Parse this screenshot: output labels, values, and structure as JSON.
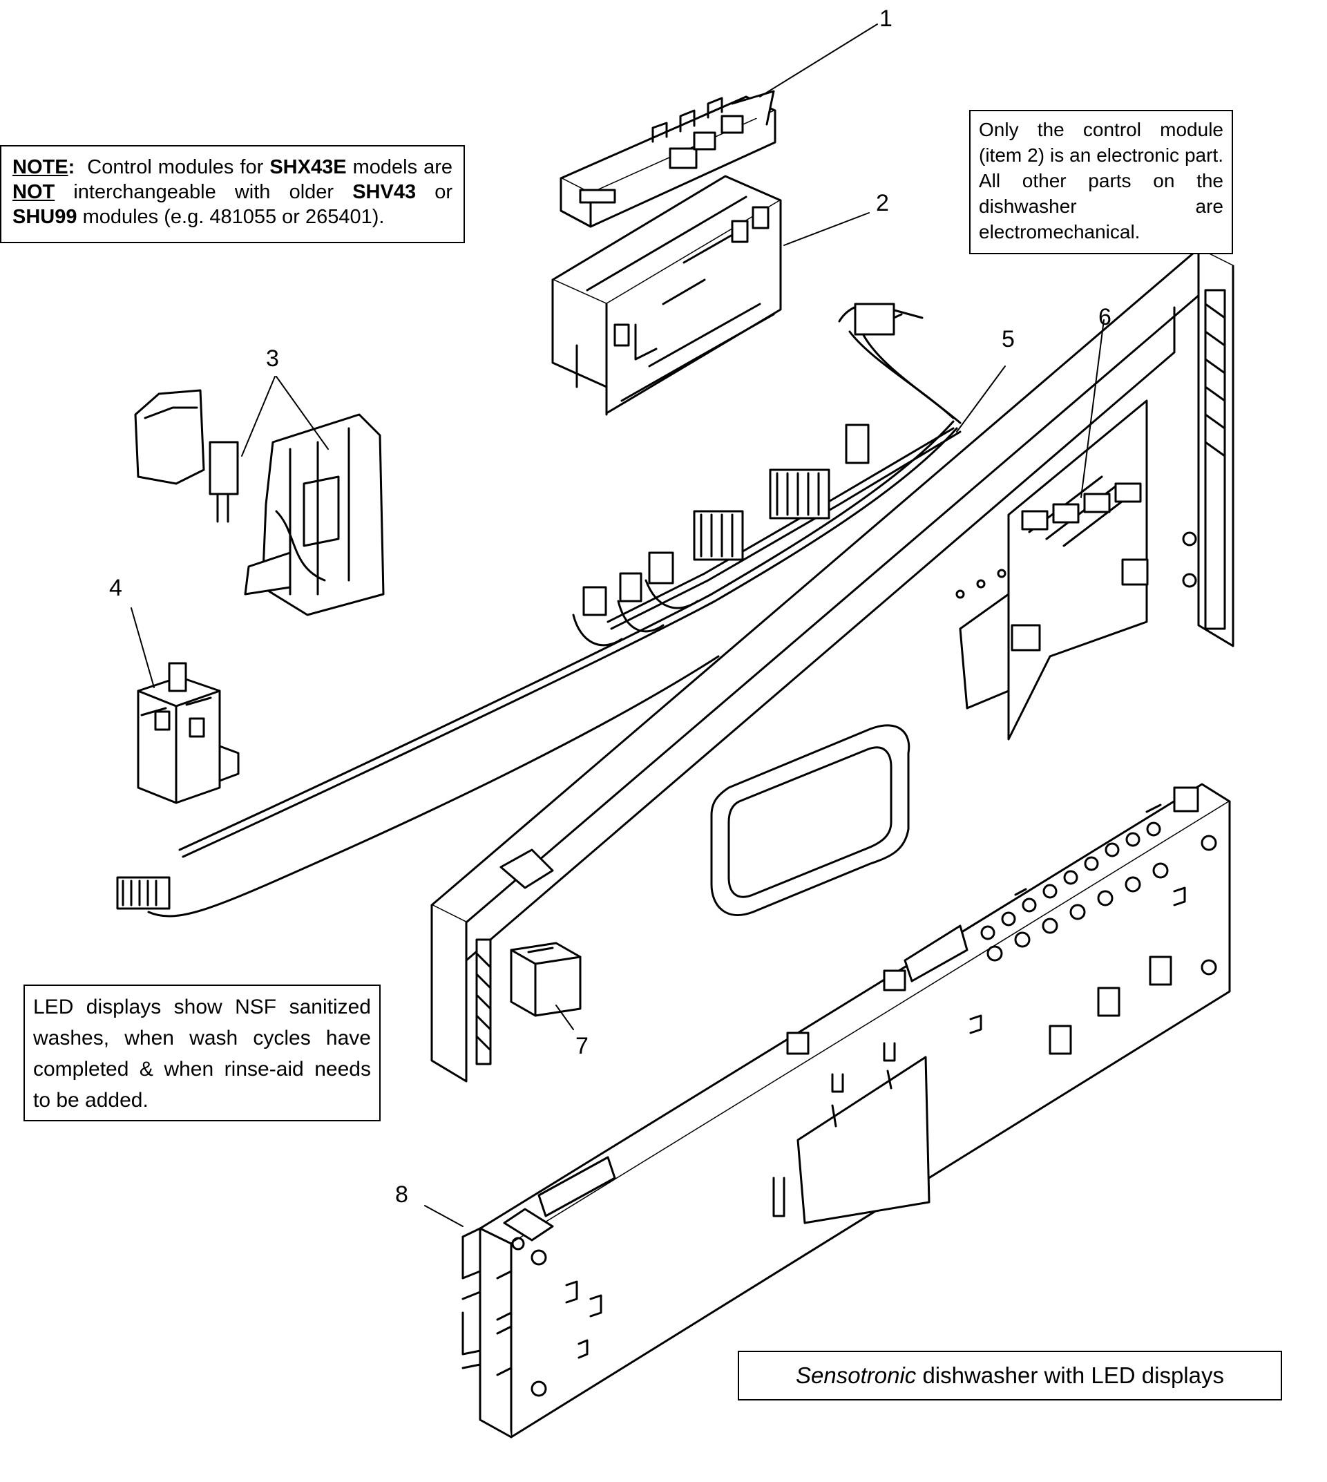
{
  "callouts": [
    "1",
    "2",
    "3",
    "4",
    "5",
    "6",
    "7",
    "8"
  ],
  "note": {
    "label": "NOTE",
    "colon": ":",
    "t1": "Control modules for",
    "m1": "SHX43E",
    "t2": "models are",
    "not": "NOT",
    "t3": "interchangeable with older",
    "m2": "SHV43",
    "t4": "or",
    "m3": "SHU99",
    "t5": "modules (e.g. 481055 or 265401)."
  },
  "electronic_note": "Only the control module (item 2) is an electronic part.  All other parts on the dishwasher are electromechanical.",
  "led_note": "LED displays show NSF sanitized washes, when wash cycles have completed & when rinse-aid needs to be added.",
  "caption": {
    "italic": "Sensotronic",
    "rest": "dishwasher with LED displays"
  }
}
